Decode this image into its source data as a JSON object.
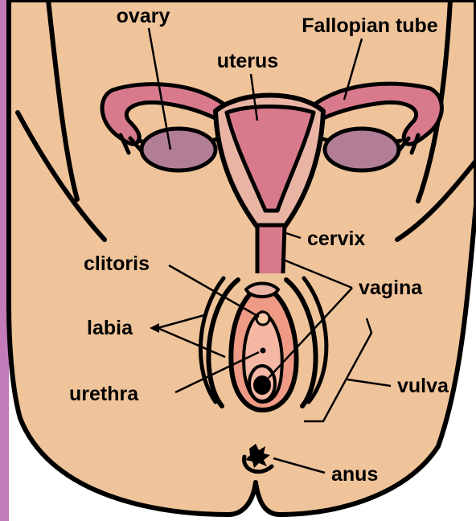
{
  "labels": {
    "ovary": "ovary",
    "fallopian_tube": "Fallopian tube",
    "uterus": "uterus",
    "cervix": "cervix",
    "clitoris": "clitoris",
    "vagina": "vagina",
    "labia": "labia",
    "urethra": "urethra",
    "vulva": "vulva",
    "anus": "anus"
  },
  "colors": {
    "skin": "#f0c49a",
    "side_bar": "#c27ab8",
    "uterus": "#d87a8c",
    "uterus_light": "#e9b4a4",
    "ovary": "#b27e96",
    "vulva_inner": "#ee9a84",
    "outline": "#000000"
  }
}
